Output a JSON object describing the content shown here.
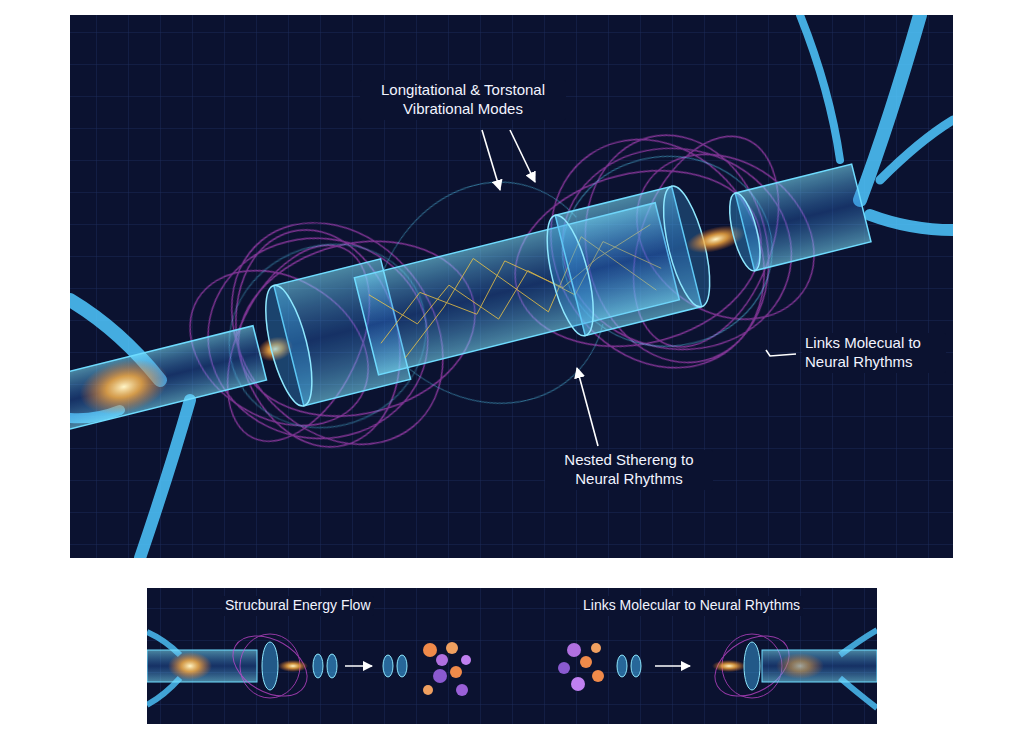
{
  "diagram": {
    "labels": [
      "Longitational & Torstonal Vibrational Modes",
      "Links Molecual to Neural Rhythms",
      "Nested Sthereng to Neural Rhythms",
      "Strucbural Energy Flow",
      "Links Molecular to Neural Rhythms"
    ]
  }
}
